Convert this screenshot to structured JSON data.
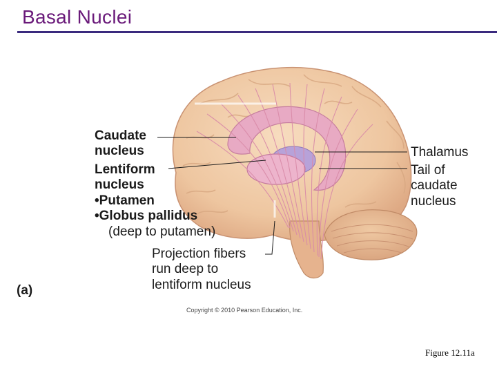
{
  "slide": {
    "title": "Basal Nuclei"
  },
  "labels_left": {
    "caudate_line1": "Caudate",
    "caudate_line2": "nucleus",
    "lentiform_line1": "Lentiform",
    "lentiform_line2": "nucleus",
    "putamen": "•Putamen",
    "globus": "•Globus pallidus",
    "globus_note": "(deep to putamen)"
  },
  "labels_right": {
    "thalamus": "Thalamus",
    "tail_line1": "Tail of",
    "tail_line2": "caudate",
    "tail_line3": "nucleus"
  },
  "labels_bottom": {
    "projection_line1": "Projection fibers",
    "projection_line2": "run deep to",
    "projection_line3": "lentiform nucleus"
  },
  "part_label": "(a)",
  "copyright": "Copyright © 2010 Pearson Education, Inc.",
  "figure_caption": "Figure 12.11a",
  "colors": {
    "title": "#6a1a7a",
    "rule": "#3a2a7e",
    "brain": "#f0cfaa",
    "caudate": "#e7a6c4",
    "fibers": "#d98aa8"
  }
}
